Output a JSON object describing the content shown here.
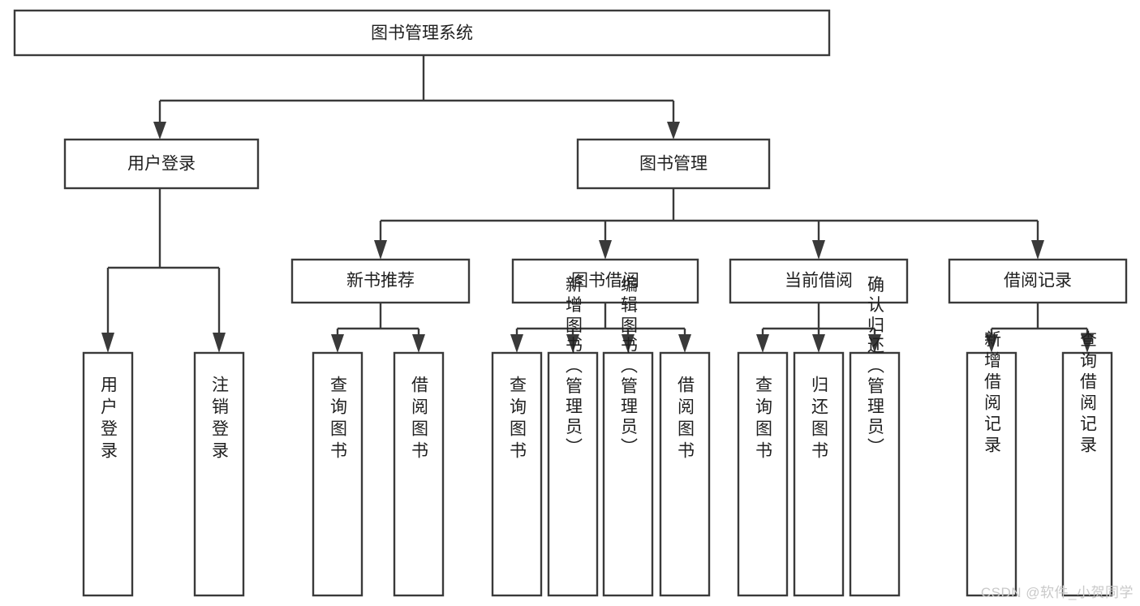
{
  "diagram": {
    "type": "tree-hierarchy",
    "title": "图书管理系统",
    "orientation": "top-down",
    "colors": {
      "background": "#ffffff",
      "node_fill": "#ffffff",
      "node_stroke": "#3a3a3a",
      "text": "#1f1f1f",
      "watermark": "#c9c9c9"
    },
    "root": {
      "label": "图书管理系统"
    },
    "level2": [
      {
        "label": "用户登录"
      },
      {
        "label": "图书管理"
      }
    ],
    "level3": [
      {
        "label": "新书推荐"
      },
      {
        "label": "图书借阅"
      },
      {
        "label": "当前借阅"
      },
      {
        "label": "借阅记录"
      }
    ],
    "leaves_user_login": [
      {
        "label": "用户登录"
      },
      {
        "label": "注销登录"
      }
    ],
    "leaves_new_book": [
      {
        "label": "查询图书"
      },
      {
        "label": "借阅图书"
      }
    ],
    "leaves_borrow": [
      {
        "label": "查询图书"
      },
      {
        "label": "新增图书（管理员）"
      },
      {
        "label": "编辑图书（管理员）"
      },
      {
        "label": "借阅图书"
      }
    ],
    "leaves_current": [
      {
        "label": "查询图书"
      },
      {
        "label": "归还图书"
      },
      {
        "label": "确认归还（管理员）"
      }
    ],
    "leaves_record": [
      {
        "label": "新增借阅记录"
      },
      {
        "label": "查询借阅记录"
      }
    ]
  },
  "watermark": {
    "text": "CSDN @软件_小贺同学"
  }
}
